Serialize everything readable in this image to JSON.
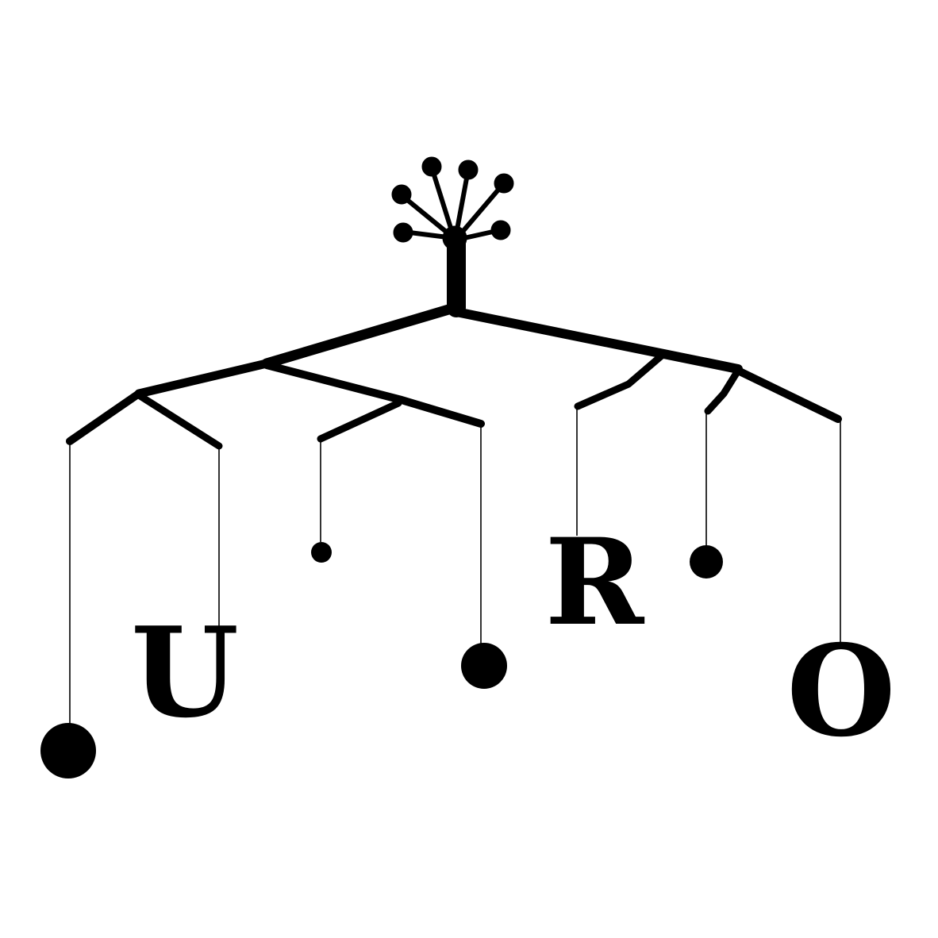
{
  "logo": {
    "letters": [
      "U",
      "R",
      "O"
    ],
    "ink_color": "#000000",
    "background_color": "#ffffff"
  }
}
